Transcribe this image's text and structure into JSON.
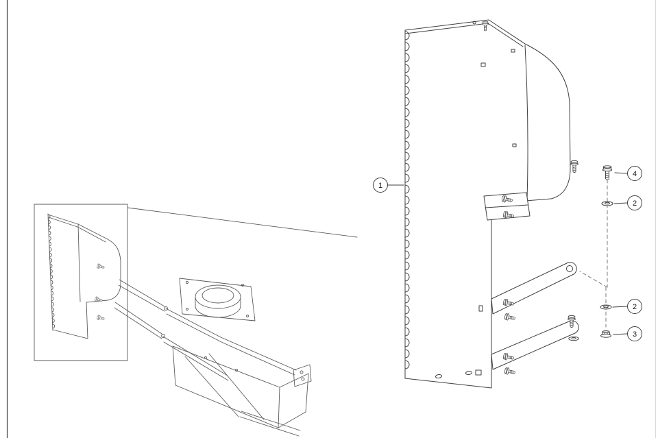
{
  "figure": {
    "callouts": [
      {
        "id": "callout-1",
        "label": "1"
      },
      {
        "id": "callout-4",
        "label": "4"
      },
      {
        "id": "callout-2-upper",
        "label": "2"
      },
      {
        "id": "callout-2-lower",
        "label": "2"
      },
      {
        "id": "callout-3",
        "label": "3"
      }
    ],
    "colors": {
      "detail_line": "#3f3f3f",
      "overview_line": "#5a5a5a",
      "dashed_line": "#7a7a7a",
      "page_edge_left": "#3c3c3c",
      "page_edge_right": "#d8d8d8",
      "background": "#ffffff"
    }
  }
}
